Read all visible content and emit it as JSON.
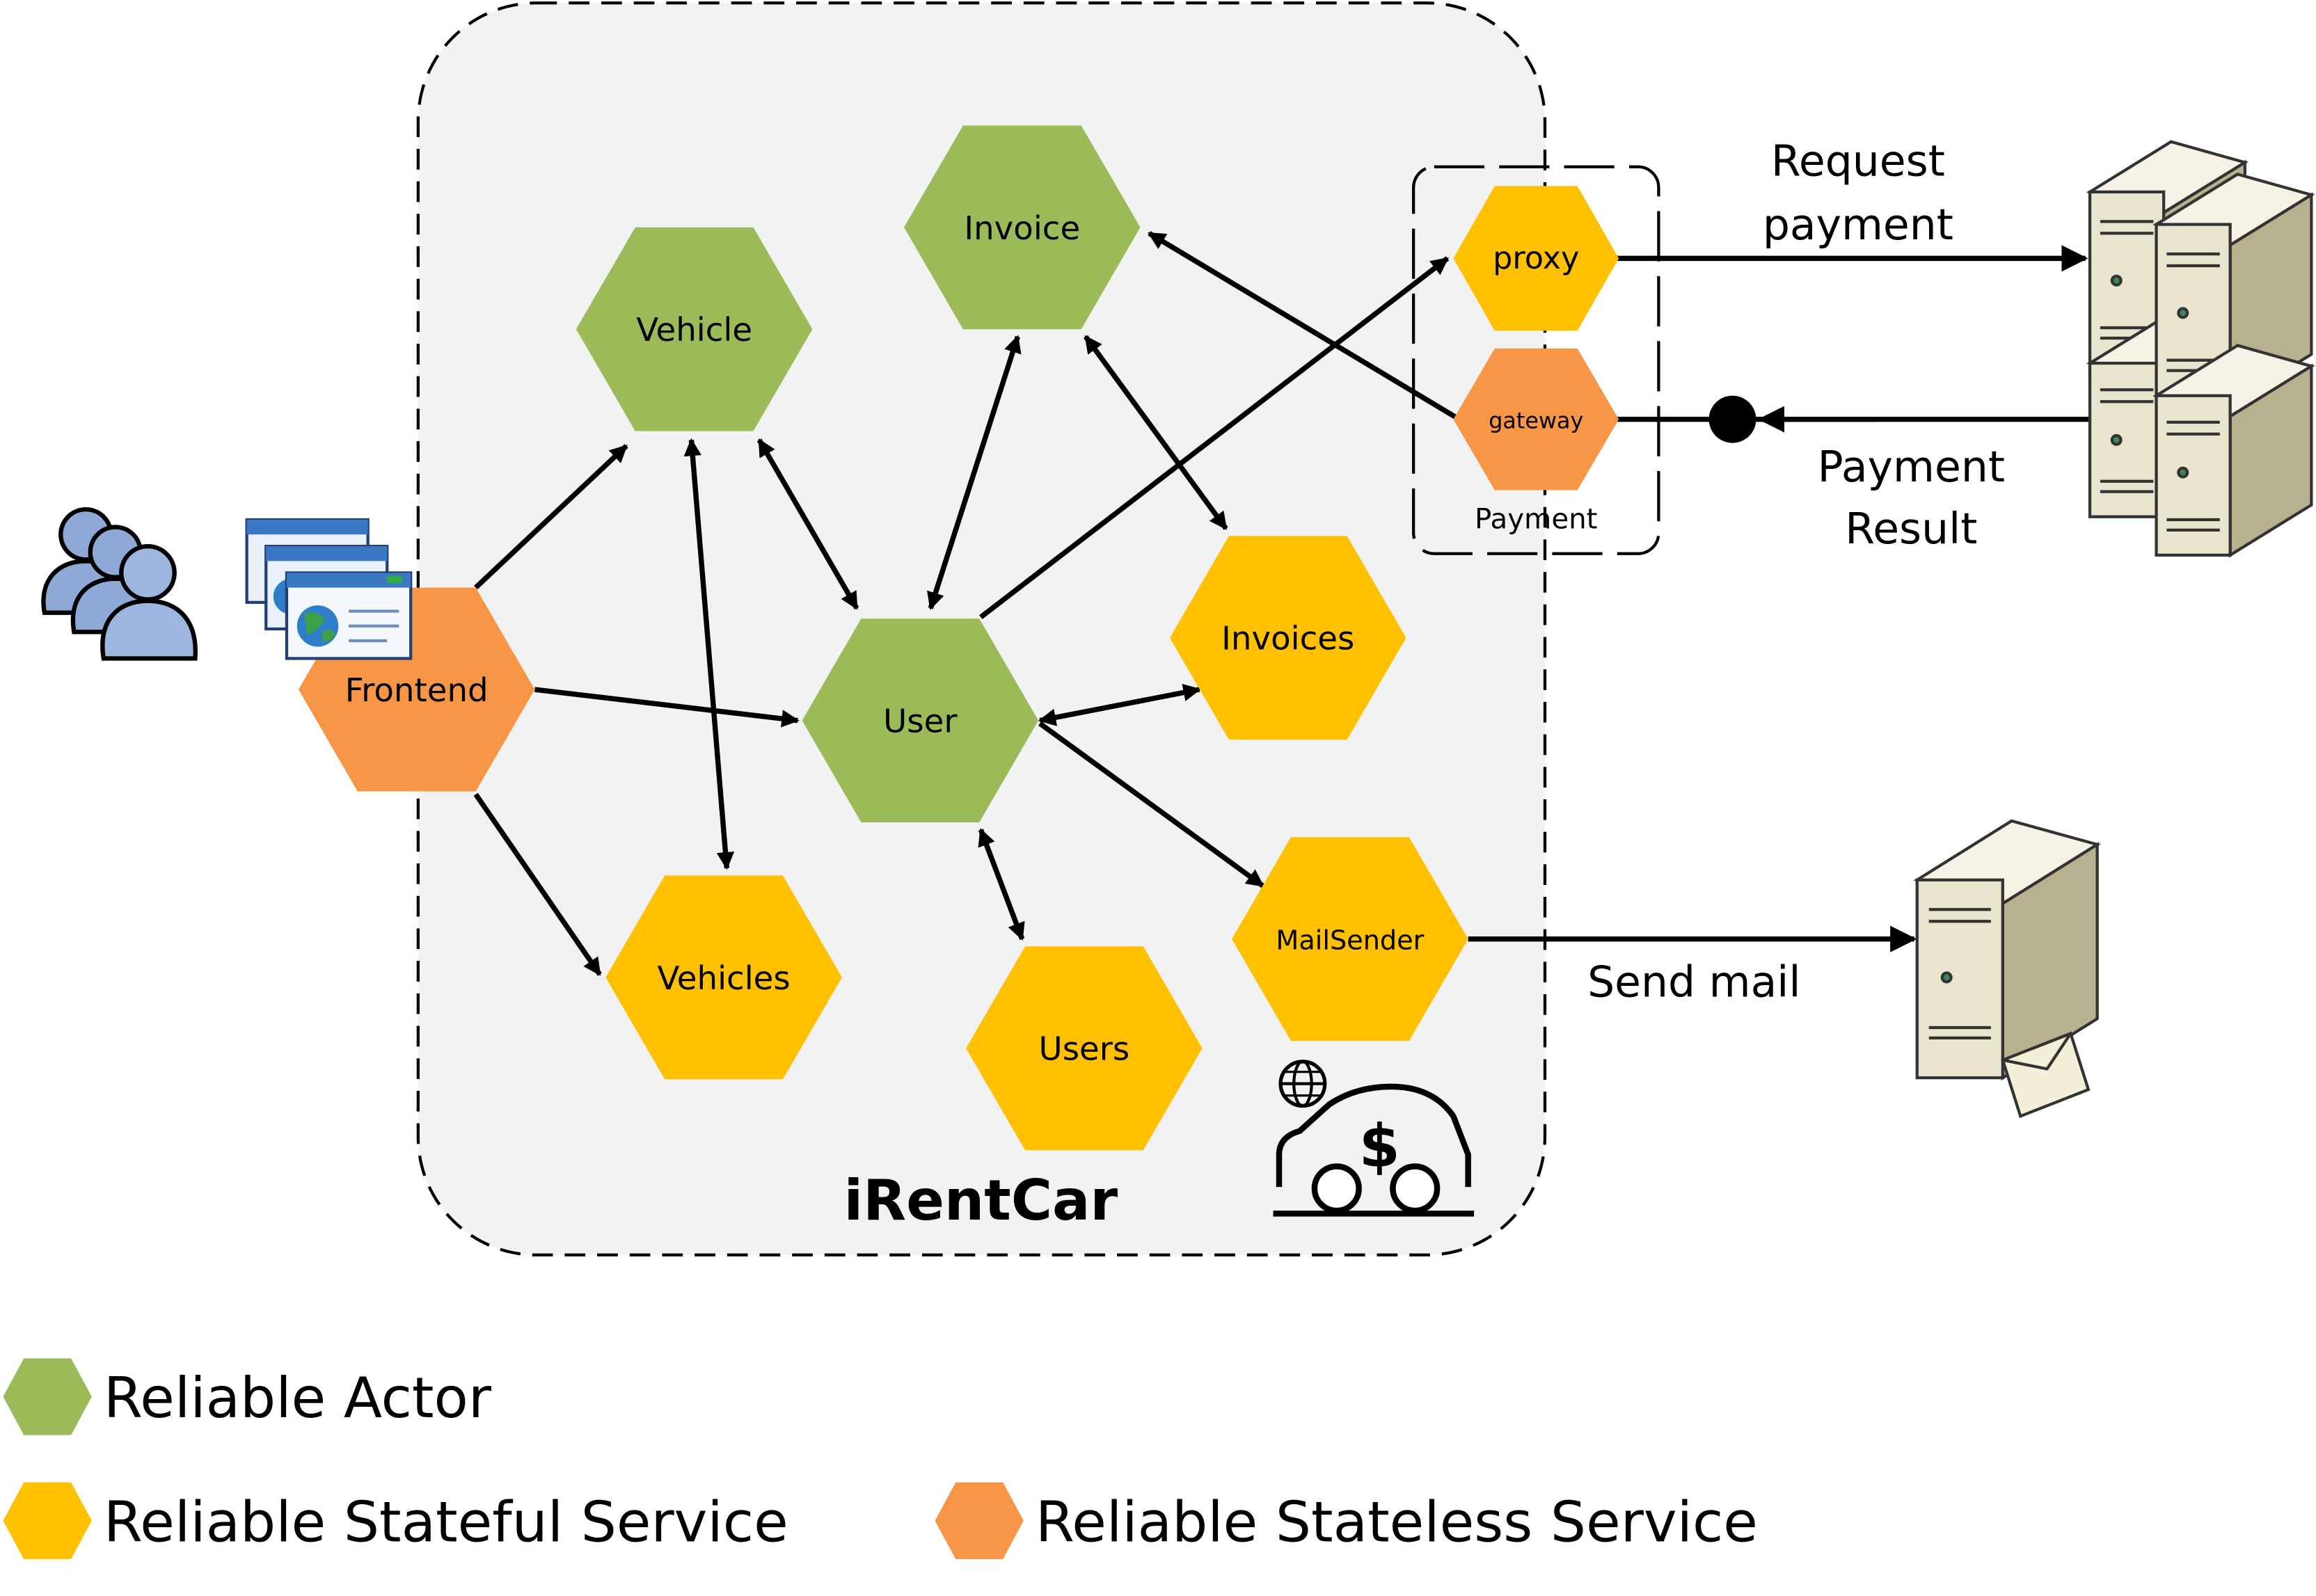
{
  "system": {
    "title": "iRentCar"
  },
  "colors": {
    "actor": "#9BBB59",
    "stateful": "#FFC000",
    "stateless": "#F79646",
    "boundary_fill": "#F2F2F2",
    "line": "#000000"
  },
  "nodes": {
    "frontend": "Frontend",
    "vehicle": "Vehicle",
    "invoice": "Invoice",
    "user": "User",
    "invoices": "Invoices",
    "vehicles": "Vehicles",
    "users": "Users",
    "mailsender": "MailSender",
    "proxy": "proxy",
    "gateway": "gateway"
  },
  "payment_group": {
    "label": "Payment"
  },
  "external": {
    "request_payment": [
      "Request",
      "payment"
    ],
    "payment_result": [
      "Payment",
      "Result"
    ],
    "send_mail": "Send mail"
  },
  "icons": {
    "users": "users-group-icon",
    "browsers": "browser-windows-icon",
    "payment_servers": "server-cluster-icon",
    "mail_server": "mail-server-icon",
    "car": "car-dollar-icon"
  },
  "legend": {
    "actor": "Reliable Actor",
    "stateful": "Reliable Stateful Service",
    "stateless": "Reliable Stateless Service"
  }
}
